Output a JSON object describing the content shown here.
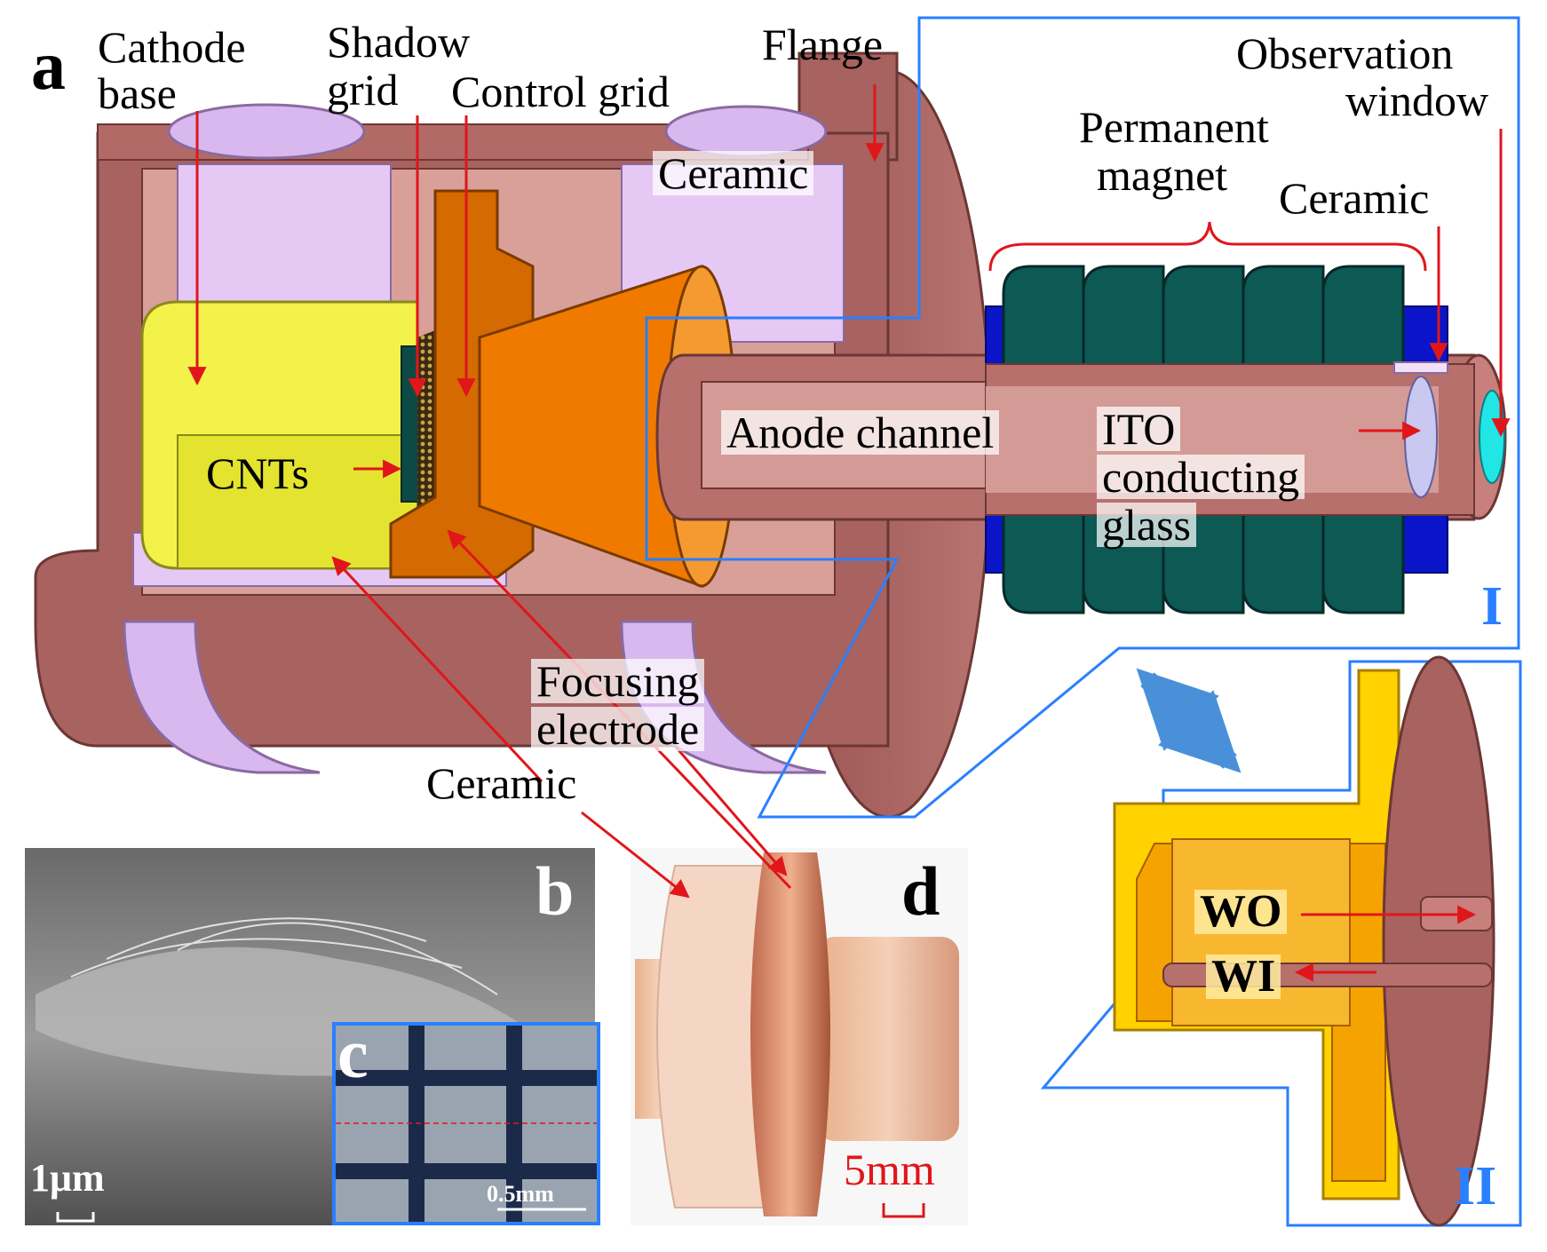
{
  "panels": {
    "a": "a",
    "b": "b",
    "c": "c",
    "d": "d"
  },
  "labels": {
    "cathode_base_line1": "Cathode",
    "cathode_base_line2": "base",
    "shadow_grid_line1": "Shadow",
    "shadow_grid_line2": "grid",
    "control_grid": "Control grid",
    "flange": "Flange",
    "ceramic_top": "Ceramic",
    "observation_window_line1": "Observation",
    "observation_window_line2": "window",
    "permanent_magnet_line1": "Permanent",
    "permanent_magnet_line2": "magnet",
    "ceramic_right": "Ceramic",
    "anode_channel": "Anode channel",
    "ito_line1": "ITO",
    "ito_line2": "conducting",
    "ito_line3": "glass",
    "cnts": "CNTs",
    "focusing_line1": "Focusing",
    "focusing_line2": "electrode",
    "ceramic_bottom": "Ceramic",
    "wo": "WO",
    "wi": "WI",
    "inset_I": "I",
    "inset_II": "II"
  },
  "scale_bars": {
    "b": "1μm",
    "c": "0.5mm",
    "d": "5mm"
  },
  "colors": {
    "body_copper": "#a8625f",
    "body_copper_light": "#c98a86",
    "ceramic_lavender": "#d9b8f0",
    "cathode_yellow": "#f2f24a",
    "focus_orange": "#f07a00",
    "magnet_teal": "#0d5a55",
    "magnet_blue": "#0a14c8",
    "arrow_red": "#e0161b",
    "inset_blue": "#2a7fff",
    "window_cyan": "#22e6e6"
  }
}
